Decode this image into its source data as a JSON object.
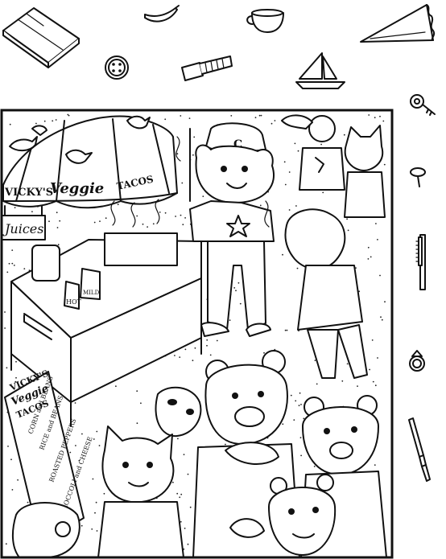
{
  "puzzle": {
    "items_to_find": [
      {
        "name": "tablet-of-butter",
        "icon": "butter-icon"
      },
      {
        "name": "banana",
        "icon": "banana-icon"
      },
      {
        "name": "teacup",
        "icon": "teacup-icon"
      },
      {
        "name": "slice-of-pie",
        "icon": "pie-slice-icon"
      },
      {
        "name": "button",
        "icon": "button-icon"
      },
      {
        "name": "flashlight",
        "icon": "flashlight-icon"
      },
      {
        "name": "sailboat",
        "icon": "sailboat-icon"
      },
      {
        "name": "key",
        "icon": "key-icon"
      },
      {
        "name": "thumbtack",
        "icon": "thumbtack-icon"
      },
      {
        "name": "toothbrush",
        "icon": "toothbrush-icon"
      },
      {
        "name": "ring",
        "icon": "ring-icon"
      },
      {
        "name": "artist-brush",
        "icon": "brush-icon"
      }
    ]
  },
  "scene": {
    "umbrella_text_1": "VICKY'S",
    "umbrella_text_2": "Veggie",
    "umbrella_text_3": "TACOS",
    "juice_sign": "Juices",
    "bottle_hot": "HOT",
    "bottle_mild": "MILD",
    "cap_letter": "C",
    "menu_sign": {
      "line1": "VICKY'S",
      "line2": "Veggie",
      "line3": "TACOS",
      "items": [
        "CORN and BEANS",
        "RICE and BEANS",
        "ROASTED PEPPERS",
        "BROCCOLI and CHEESE"
      ]
    }
  }
}
